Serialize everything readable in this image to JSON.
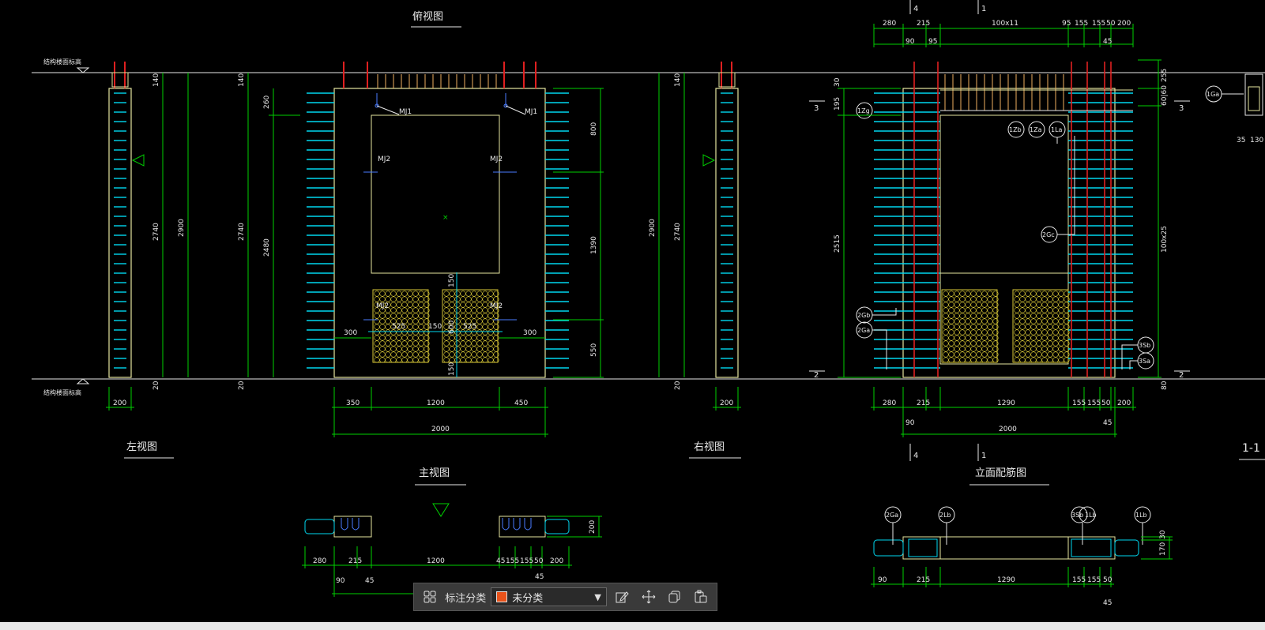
{
  "colors": {
    "background": "#000000",
    "outline": "#e6e6a0",
    "dimension": "#00d000",
    "rebar_main": "#e02020",
    "rebar_stirrup": "#00d8f0",
    "mesh": "#d8c838",
    "white": "#e8e8e8",
    "blue_marker": "#4a7cff",
    "top_bars": "#f0b060"
  },
  "views": {
    "top_title": "俯视图",
    "left_title": "左视图",
    "front_title": "主视图",
    "right_title": "右视图",
    "rebar_title": "立面配筋图",
    "section_title": "1-1"
  },
  "labels": {
    "level_top": "结构楼面标高",
    "level_bottom": "结构楼面标高",
    "mj1_left": "MJ1",
    "mj1_right": "MJ1",
    "mj2_a": "MJ2",
    "mj2_b": "MJ2",
    "mj2_c": "MJ2",
    "mj2_d": "MJ2"
  },
  "callouts": {
    "c1Zg": "1Zg",
    "c1Zb": "1Zb",
    "c1Za": "1Za",
    "c1La": "1La",
    "c2Gc": "2Gc",
    "c2Gb": "2Gb",
    "c2Ga": "2Ga",
    "c3Sb": "3Sb",
    "c3Sa": "3Sa",
    "c1Ga": "1Ga",
    "p2Ga": "2Ga",
    "p2Lb": "2Lb",
    "p3Sb": "3Sb",
    "p1Lb": "1Lb",
    "p1Lb2": "1Lb"
  },
  "dims": {
    "left_h1": "140",
    "left_h2": "2740",
    "left_h3": "2900",
    "left_b": "20",
    "left_w": "200",
    "front_h1": "140",
    "front_h2": "2740",
    "front_260": "260",
    "front_2480": "2480",
    "front_b": "20",
    "front_350": "350",
    "front_1200": "1200",
    "front_450": "450",
    "front_2000": "2000",
    "front_800": "800",
    "front_1390": "1390",
    "front_550": "550",
    "front_300a": "300",
    "front_300b": "300",
    "front_525a": "525",
    "front_150m": "150",
    "front_525b": "525",
    "front_150t": "150",
    "front_600": "600",
    "front_150b": "150",
    "right_h1": "140",
    "right_h2": "2740",
    "right_h3": "2900",
    "right_b": "20",
    "right_w": "200",
    "r_280": "280",
    "r_215": "215",
    "r_100x11": "100x11",
    "r_95": "95",
    "r_155a": "155",
    "r_50": "50",
    "r_200": "200",
    "r_90": "90",
    "r_95b": "95",
    "r_45": "45",
    "r_30": "30",
    "r_195": "195",
    "r_2515": "2515",
    "r_255": "255",
    "r_60": "60|60",
    "r_100x25": "100x25",
    "r_80": "80",
    "rb_280": "280",
    "rb_215": "215",
    "rb_1290": "1290",
    "rb_155a": "155",
    "rb_155b": "155",
    "rb_50": "50",
    "rb_200": "200",
    "rb_90": "90",
    "rb_2000": "2000",
    "rb_45": "45",
    "sec_35": "35",
    "sec_130": "130",
    "sec_3a": "3",
    "sec_3b": "3",
    "sec_2a": "2",
    "sec_2b": "2",
    "mark_4a": "4",
    "mark_1a": "1",
    "mark_4b": "4",
    "mark_1b": "1",
    "plan_280": "280",
    "plan_215": "215",
    "plan_1200": "1200",
    "plan_45a": "45",
    "plan_155": "155",
    "plan_155b": "155",
    "plan_50": "50",
    "plan_200": "200",
    "plan_90": "90",
    "plan_45b": "45",
    "plan_45c": "45",
    "plan_h200": "200",
    "plan2_90": "90",
    "plan2_215": "215",
    "plan2_1290": "1290",
    "plan2_155a": "155",
    "plan2_155b": "155",
    "plan2_50": "50",
    "plan2_45": "45",
    "plan2_30": "30",
    "plan2_170": "170"
  },
  "toolbar": {
    "label": "标注分类",
    "selected": "未分类",
    "swatch_color": "#e8521a"
  }
}
